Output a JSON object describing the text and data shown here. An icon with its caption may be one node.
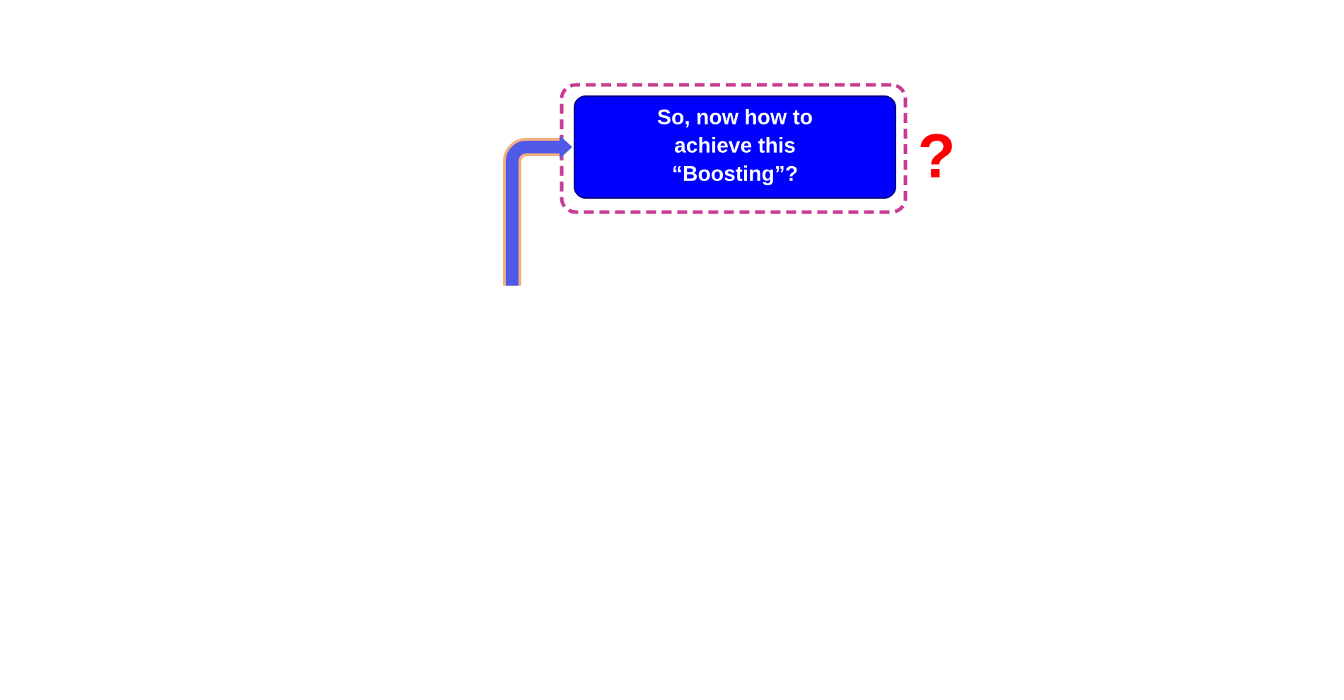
{
  "diagram": {
    "nodes": [
      {
        "text": [],
        "shape": "box"
      },
      {
        "text": [
          "So, now how to achieve this “Boosting”?"
        ],
        "in": 0
      }
    ],
    "edges": [
      {
        "from": null,
        "to": 1,
        "arrow": "to"
      }
    ],
    "labels": [
      "?"
    ]
  }
}
